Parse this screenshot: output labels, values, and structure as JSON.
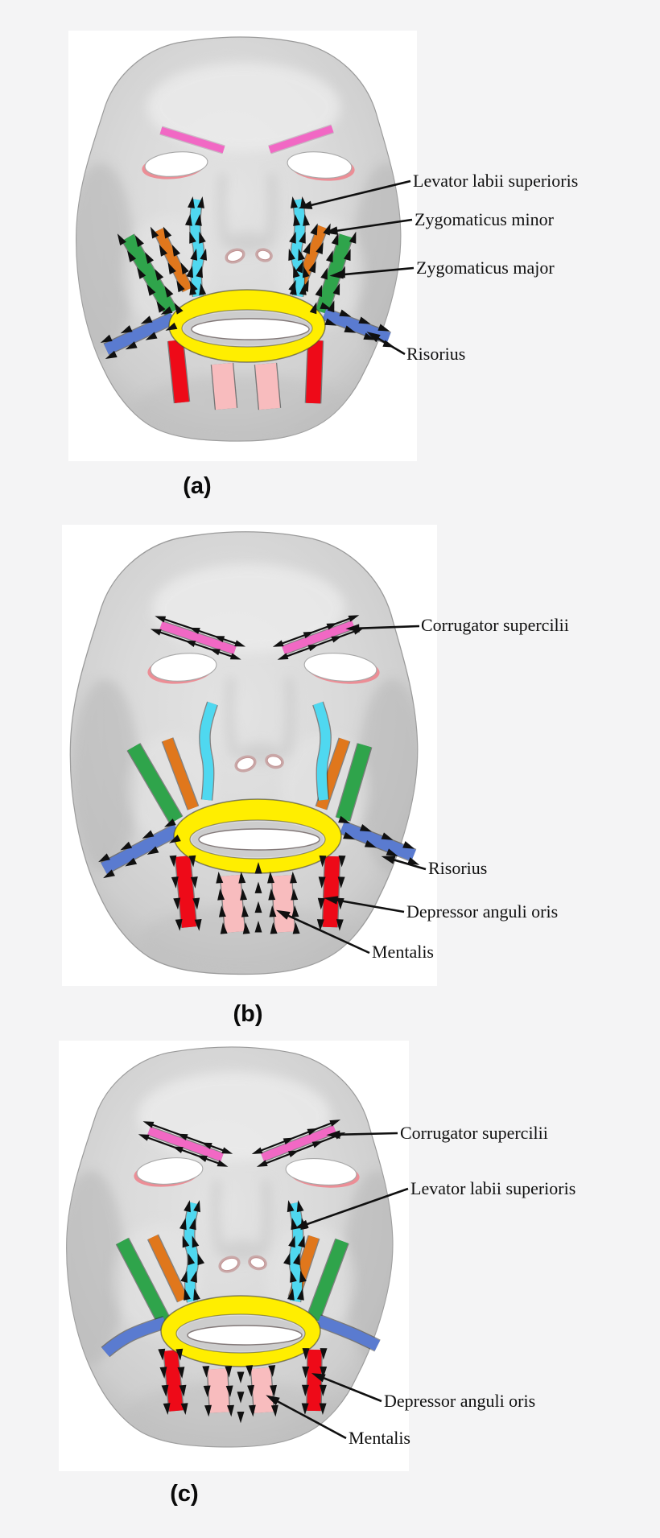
{
  "figure": {
    "description": "Facial muscle diagrams on a 3D face mask",
    "muscle_colors": {
      "corrugator_supercilii": "#f168c4",
      "levator_labii_superioris": "#4fd8f0",
      "zygomaticus_minor": "#e0771c",
      "zygomaticus_major": "#2fa44b",
      "risorius": "#5a7bd0",
      "orbicularis_oris": "#ffee00",
      "depressor_anguli_oris": "#ee0a18",
      "mentalis": "#f8bcbe"
    },
    "panels": [
      {
        "id": "a",
        "caption": "(a)",
        "labels": [
          {
            "muscle": "levator-labii-superioris",
            "text": "Levator labii superioris"
          },
          {
            "muscle": "zygomaticus-minor",
            "text": "Zygomaticus minor"
          },
          {
            "muscle": "zygomaticus-major",
            "text": "Zygomaticus major"
          },
          {
            "muscle": "risorius",
            "text": "Risorius"
          }
        ]
      },
      {
        "id": "b",
        "caption": "(b)",
        "labels": [
          {
            "muscle": "corrugator-supercilii",
            "text": "Corrugator supercilii"
          },
          {
            "muscle": "risorius",
            "text": "Risorius"
          },
          {
            "muscle": "depressor-anguli-oris",
            "text": "Depressor anguli oris"
          },
          {
            "muscle": "mentalis",
            "text": "Mentalis"
          }
        ]
      },
      {
        "id": "c",
        "caption": "(c)",
        "labels": [
          {
            "muscle": "corrugator-supercilii",
            "text": "Corrugator supercilii"
          },
          {
            "muscle": "levator-labii-superioris",
            "text": "Levator labii superioris"
          },
          {
            "muscle": "depressor-anguli-oris",
            "text": "Depressor anguli oris"
          },
          {
            "muscle": "mentalis",
            "text": "Mentalis"
          }
        ]
      }
    ]
  }
}
